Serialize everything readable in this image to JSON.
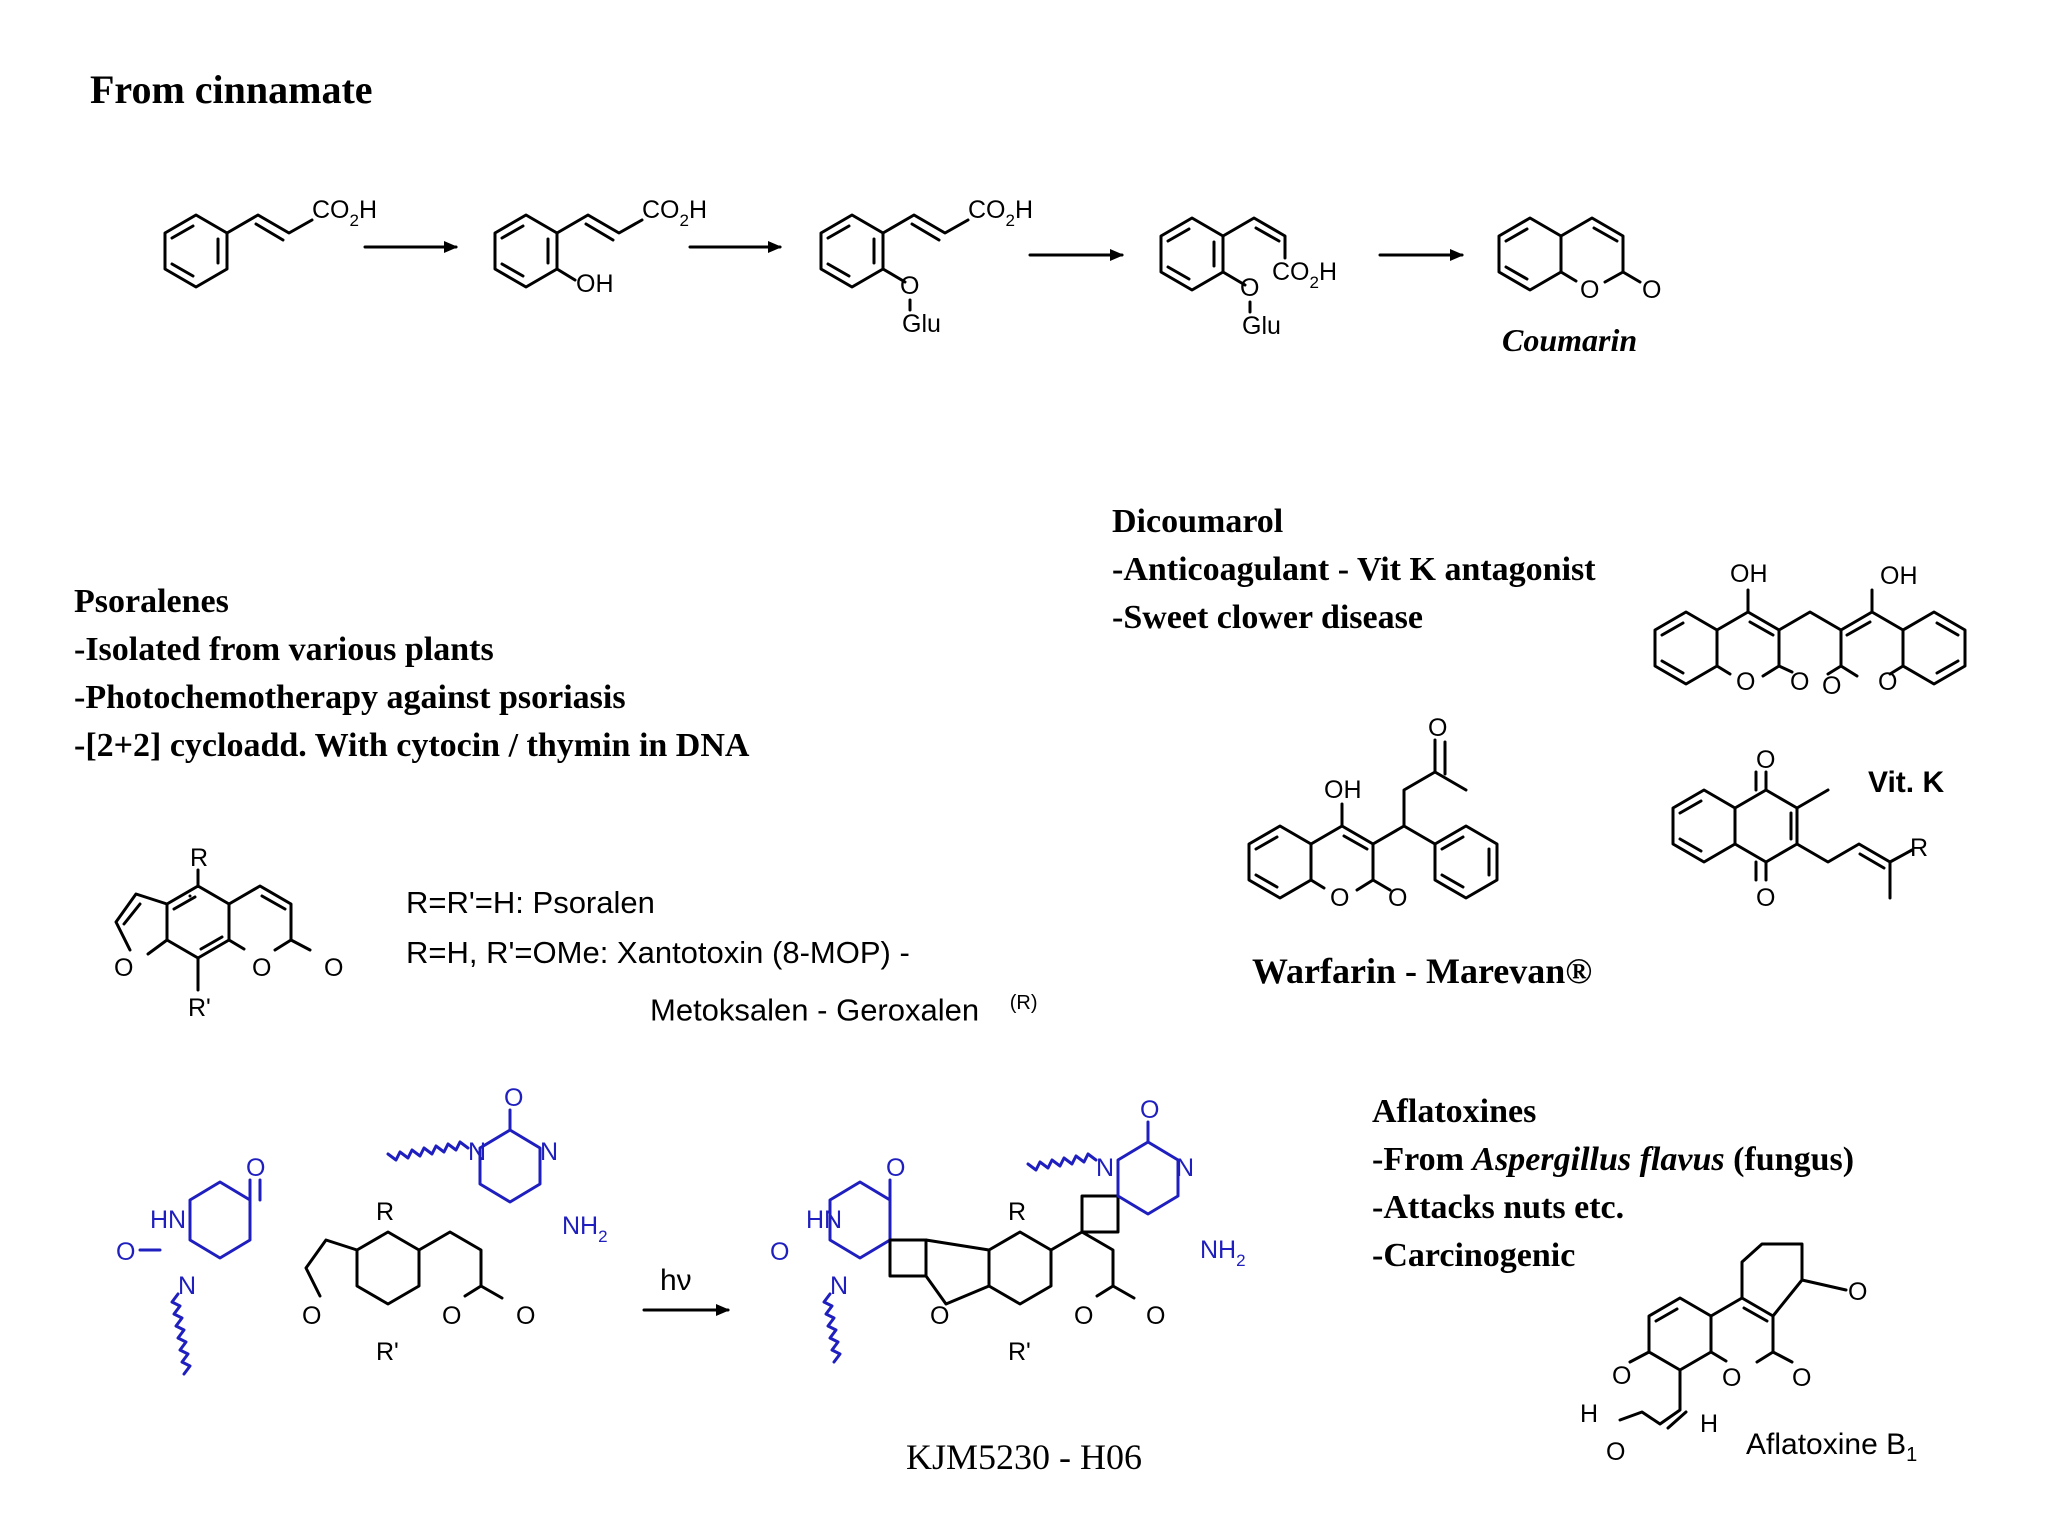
{
  "sections": {
    "cinnamate_title": "From cinnamate",
    "coumarin_label": "Coumarin",
    "psoralenes": {
      "title": "Psoralenes",
      "lines": [
        "-Isolated from various plants",
        "-Photochemotherapy against psoriasis",
        "-[2+2] cycloadd. With cytocin / thymin in DNA"
      ]
    },
    "dicoumarol": {
      "title": "Dicoumarol",
      "lines": [
        "-Anticoagulant - Vit K antagonist",
        "-Sweet clower disease"
      ]
    },
    "psoralen_legend": {
      "line1": "R=R'=H: Psoralen",
      "line2": "R=H, R'=OMe: Xantotoxin (8-MOP) -",
      "line3": "Metoksalen - Geroxalen",
      "line3_sup": "(R)"
    },
    "warfarin_label": "Warfarin - Marevan®",
    "vitk_label": "Vit. K",
    "photoreaction": {
      "hv": "hν",
      "caption": "KJM5230 - H06"
    },
    "aflatoxines": {
      "title": "Aflatoxines",
      "line1_prefix": "-From ",
      "line1_italic": "Aspergillus flavus",
      "line1_suffix": " (fungus)",
      "line2": "-Attacks nuts etc.",
      "line3": "-Carcinogenic",
      "b1_label": "Aflatoxine B",
      "b1_sub": "1"
    }
  },
  "atom_labels": {
    "co2h_co": "CO",
    "co2h_sub": "2",
    "co2h_h": "H",
    "oh": "OH",
    "o": "O",
    "glu": "Glu",
    "r": "R",
    "rp": "R'",
    "hn": "HN",
    "n": "N",
    "nh2_nh": "NH",
    "nh2_sub": "2",
    "h": "H"
  },
  "colors": {
    "black": "#000000",
    "dna_blue": "#1f1fbf",
    "background": "#ffffff"
  }
}
